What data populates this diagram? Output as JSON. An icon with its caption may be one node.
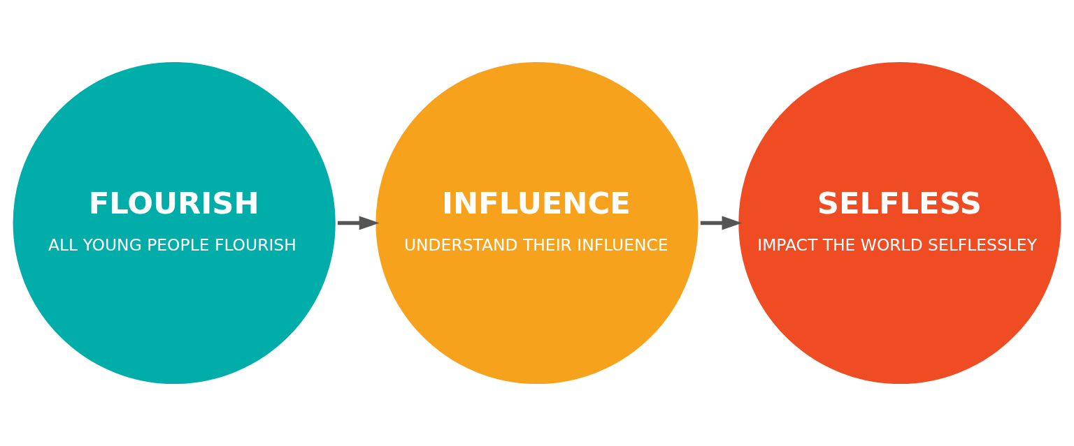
{
  "diagram": {
    "nodes": [
      {
        "text": [
          "FLOURISH",
          "ALL YOUNG PEOPLE FLOURISH"
        ]
      },
      {
        "text": [
          "INFLUENCE",
          "UNDERSTAND THEIR INFLUENCE"
        ]
      },
      {
        "text": [
          "SELFLESS",
          "IMPACT THE WORLD SELFLESSLEY"
        ]
      }
    ],
    "edges": [
      {
        "from": 0,
        "to": 1,
        "arrow": "to"
      },
      {
        "from": 1,
        "to": 2,
        "arrow": "to"
      }
    ]
  }
}
